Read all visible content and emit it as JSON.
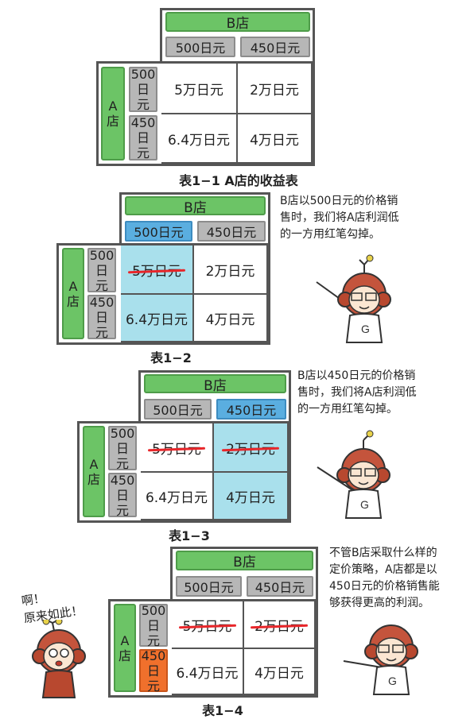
{
  "store_b": "B店",
  "store_a": "A店",
  "store_a_chars": [
    "A",
    "店"
  ],
  "price_500": "500日元",
  "price_450": "450日元",
  "price_500_chars": [
    "500",
    "日",
    "元"
  ],
  "price_450_chars": [
    "450",
    "日",
    "元"
  ],
  "payoffs": {
    "r1c1": "5万日元",
    "r1c2": "2万日元",
    "r2c1": "6.4万日元",
    "r2c2": "4万日元"
  },
  "captions": {
    "t1": "表1−1  A店的收益表",
    "t2": "表1−2",
    "t3": "表1−3",
    "t4": "表1−4"
  },
  "notes": {
    "n2": [
      "B店以500日元的价格销",
      "售时，我们将A店利润低",
      "的一方用红笔勾掉。"
    ],
    "n3": [
      "B店以450日元的价格销",
      "售时，我们将A店利润低",
      "的一方用红笔勾掉。"
    ],
    "n4": [
      "不管B店采取什么样的",
      "定价策略，A店都是以",
      "450日元的价格销售能",
      "够获得更高的利润。"
    ],
    "exclaim": [
      "啊！",
      "原来如此！"
    ]
  },
  "colors": {
    "green": "#6cc466",
    "blue": "#5aaee0",
    "lightblue": "#a9e0ec",
    "orange": "#f0702c",
    "red": "#e8262a"
  },
  "icons": [
    "teacher-character",
    "pointer-stick",
    "surprised-character"
  ]
}
